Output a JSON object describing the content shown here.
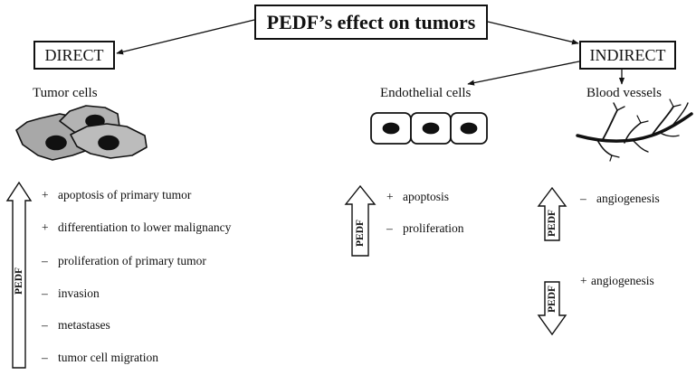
{
  "title": "PEDF’s effect on tumors",
  "direct": {
    "label": "DIRECT",
    "target": "Tumor cells",
    "arrow_label": "PEDF",
    "effects": [
      {
        "sign": "+",
        "text": "apoptosis of primary tumor"
      },
      {
        "sign": "+",
        "text": "differentiation to lower malignancy"
      },
      {
        "sign": "–",
        "text": "proliferation of primary tumor"
      },
      {
        "sign": "–",
        "text": "invasion"
      },
      {
        "sign": "–",
        "text": "metastases"
      },
      {
        "sign": "–",
        "text": "tumor cell migration"
      }
    ]
  },
  "indirect": {
    "label": "INDIRECT",
    "endothelial": {
      "target": "Endothelial cells",
      "arrow_label": "PEDF",
      "effects": [
        {
          "sign": "+",
          "text": "apoptosis"
        },
        {
          "sign": "–",
          "text": "proliferation"
        }
      ]
    },
    "vessels": {
      "target": "Blood vessels",
      "up_arrow_label": "PEDF",
      "up_effect": {
        "sign": "–",
        "text": "angiogenesis"
      },
      "down_arrow_label": "PEDF",
      "down_effect": {
        "sign": "+",
        "text": "angiogenesis"
      }
    }
  }
}
